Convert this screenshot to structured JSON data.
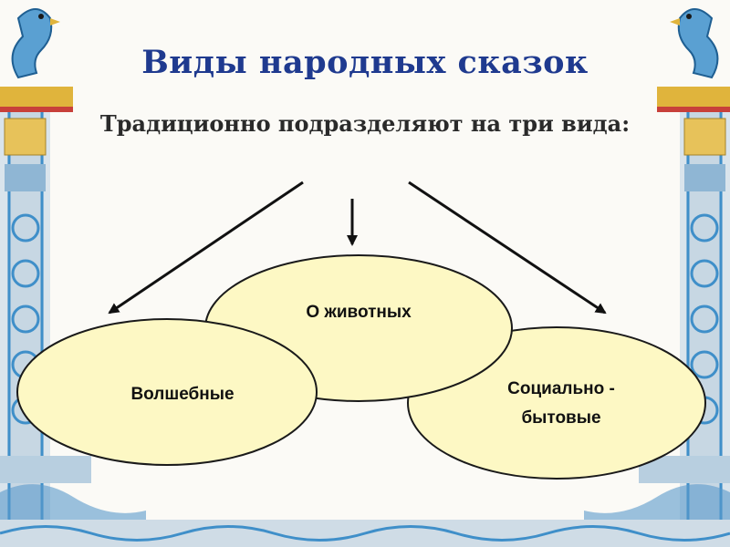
{
  "slide": {
    "title": "Виды народных сказок",
    "subtitle": "Традиционно подразделяют на три вида:"
  },
  "types": [
    {
      "label": "Волшебные"
    },
    {
      "label": "О животных"
    },
    {
      "label_line1": "Социально -",
      "label_line2": "бытовые"
    }
  ],
  "colors": {
    "title": "#1f3a8f",
    "ellipse_fill": "#fdf8c4",
    "ellipse_stroke": "#1a1a1a",
    "ornament_blue": "#3f8fc9",
    "ornament_gold": "#e0b43c",
    "ornament_red": "#c8403a"
  }
}
